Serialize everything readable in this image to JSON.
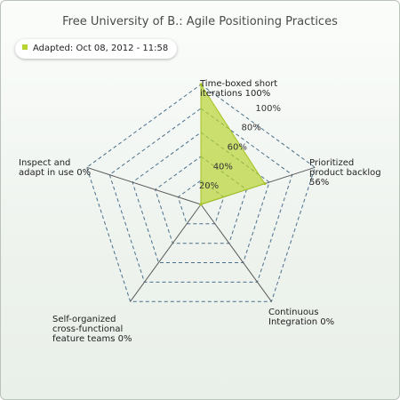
{
  "chart_data": {
    "type": "radar",
    "title": "Free University of B.: Agile Positioning Practices",
    "series": [
      {
        "name": "Adapted: Oct 08, 2012 - 11:58",
        "color": "#b8d433",
        "values": [
          100,
          56,
          0,
          0,
          0
        ]
      }
    ],
    "categories": [
      [
        "Time-boxed short",
        "iterations 100%"
      ],
      [
        "Prioritized",
        "product backlog",
        "56%"
      ],
      [
        "Continuous",
        "Integration 0%"
      ],
      [
        "Self-organized",
        "cross-functional",
        "feature teams 0%"
      ],
      [
        "Inspect and",
        "adapt in use 0%"
      ]
    ],
    "scale_labels": [
      "20%",
      "40%",
      "60%",
      "80%",
      "100%"
    ],
    "rlim": [
      0,
      100
    ],
    "grid": true,
    "legend_position": "top-left"
  }
}
